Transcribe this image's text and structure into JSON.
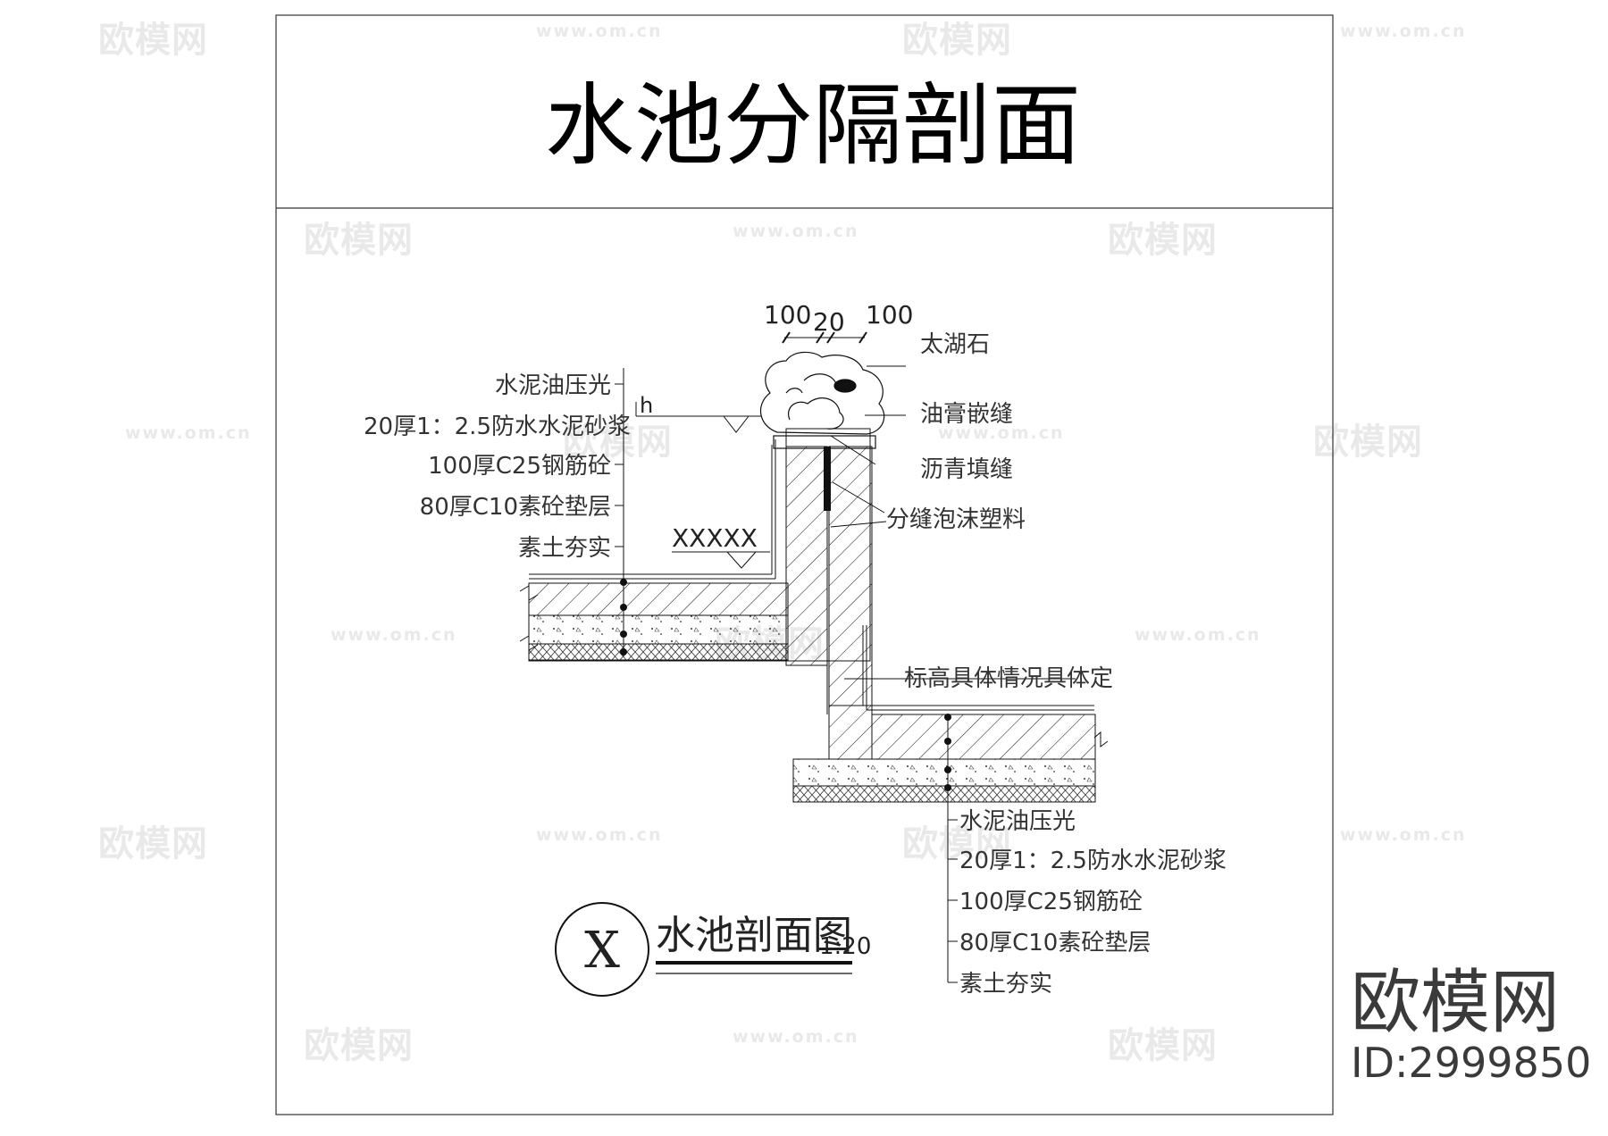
{
  "title": "水池分隔剖面",
  "dimensions": [
    "100",
    "20",
    "100"
  ],
  "water_level_mark": "h",
  "upper_layers": [
    "水泥油压光",
    "20厚1：2.5防水水泥砂浆",
    "100厚C25钢筋砼",
    "80厚C10素砼垫层",
    "素土夯实"
  ],
  "lower_layers": [
    "水泥油压光",
    "20厚1：2.5防水水泥砂浆",
    "100厚C25钢筋砼",
    "80厚C10素砼垫层",
    "素土夯实"
  ],
  "right_labels": [
    "太湖石",
    "油膏嵌缝",
    "沥青填缝",
    "分缝泡沫塑料"
  ],
  "elevation_note": "标高具体情况具体定",
  "level_mark": "XXXXX",
  "section_symbol": "X",
  "section_title": "水池剖面图",
  "section_scale": "1:20",
  "watermark": {
    "logo": "欧模网",
    "url": "www.om.cn"
  },
  "brand": {
    "logo": "欧模网",
    "id": "ID:2999850"
  }
}
